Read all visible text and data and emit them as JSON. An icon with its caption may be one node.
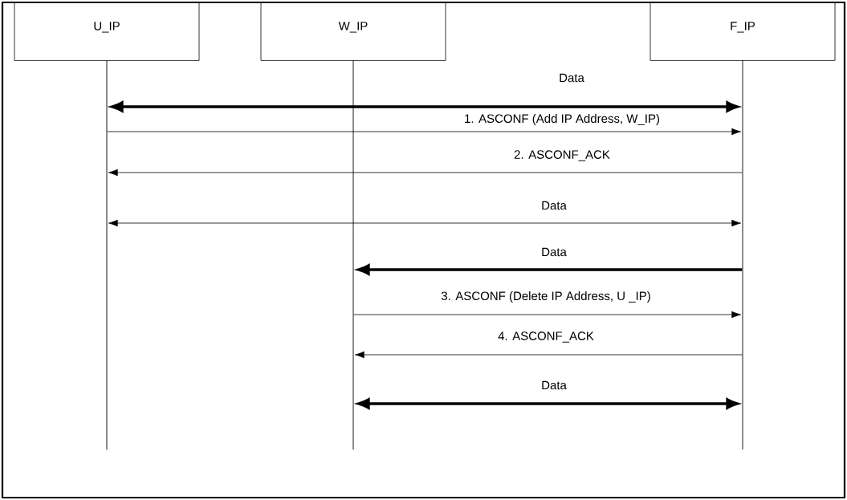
{
  "diagram": {
    "nodes": [
      {
        "text": [
          "U_IP"
        ]
      },
      {
        "text": [
          "W_IP"
        ]
      },
      {
        "text": [
          "F_IP"
        ]
      },
      {
        "text": [],
        "shape": "line"
      },
      {
        "text": [],
        "shape": "line"
      },
      {
        "text": [],
        "shape": "line"
      }
    ],
    "edges": [
      {
        "from": 3,
        "to": 5,
        "arrow": "both",
        "label": "Data",
        "style": "thick"
      },
      {
        "from": 3,
        "to": 5,
        "arrow": "to",
        "label": "1. ASCONF (Add IP Address, W_IP)"
      },
      {
        "from": 5,
        "to": 3,
        "arrow": "to",
        "label": "2. ASCONF_ACK"
      },
      {
        "from": 3,
        "to": 5,
        "arrow": "both",
        "label": "Data"
      },
      {
        "from": 5,
        "to": 4,
        "arrow": "to",
        "label": "Data",
        "style": "thick"
      },
      {
        "from": 4,
        "to": 5,
        "arrow": "to",
        "label": "3. ASCONF (Delete IP Address, U _IP)"
      },
      {
        "from": 5,
        "to": 4,
        "arrow": "to",
        "label": "4. ASCONF_ACK"
      },
      {
        "from": 4,
        "to": 5,
        "arrow": "both",
        "label": "Data",
        "style": "thick"
      }
    ]
  }
}
